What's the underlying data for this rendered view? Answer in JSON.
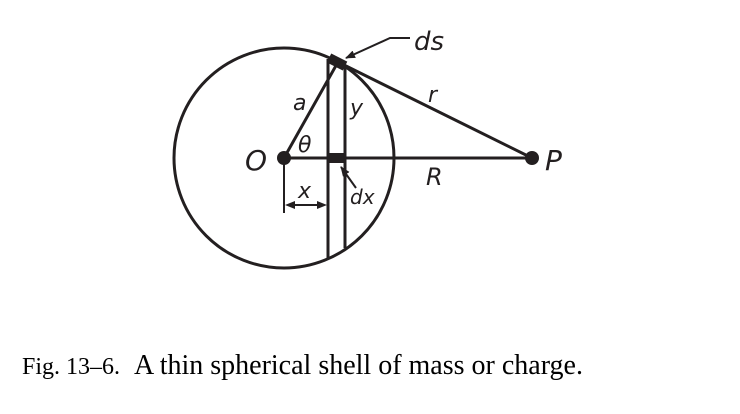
{
  "diagram": {
    "labels": {
      "ds": "ds",
      "a": "a",
      "y": "y",
      "r": "r",
      "theta": "θ",
      "O": "O",
      "P": "P",
      "R": "R",
      "x": "x",
      "dx": "dx"
    }
  },
  "caption": {
    "number": "Fig. 13–6.",
    "text": "A thin spherical shell of mass or charge."
  }
}
